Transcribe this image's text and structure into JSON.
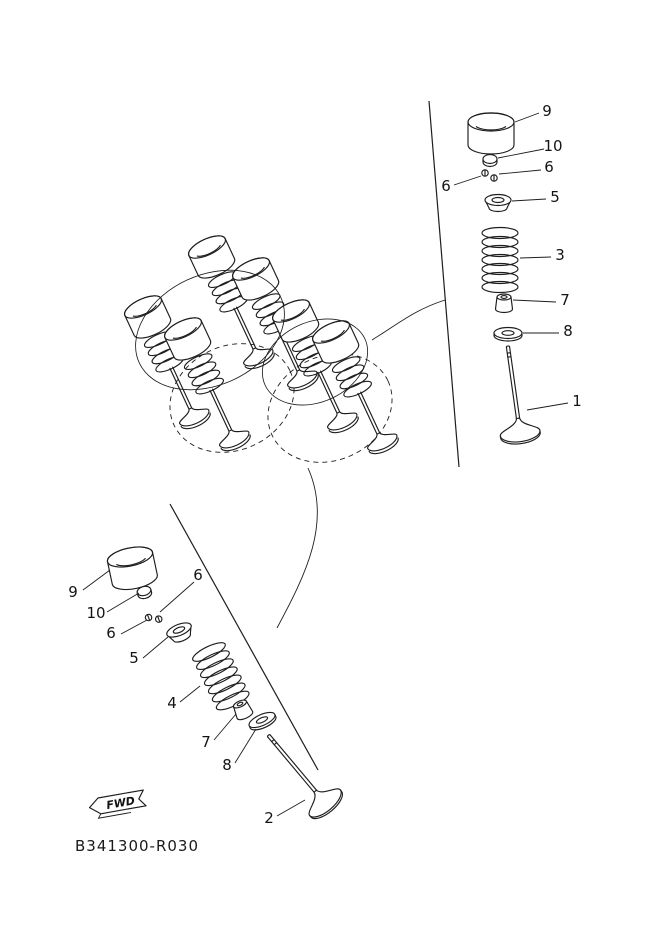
{
  "diagram": {
    "code": "B341300-R030",
    "fwd": "FWD",
    "ink_color": "#1e1e1e",
    "top_group": {
      "tappet": "9",
      "pad": "10",
      "cotter_right": "6",
      "cotter_left": "6",
      "retainer": "5",
      "spring": "3",
      "seal": "7",
      "seat": "8",
      "valve": "1"
    },
    "bottom_group": {
      "tappet": "9",
      "pad": "10",
      "cotter_upper": "6",
      "cotter_lower": "6",
      "retainer": "5",
      "spring": "4",
      "seal": "7",
      "seat": "8",
      "valve": "2"
    }
  }
}
